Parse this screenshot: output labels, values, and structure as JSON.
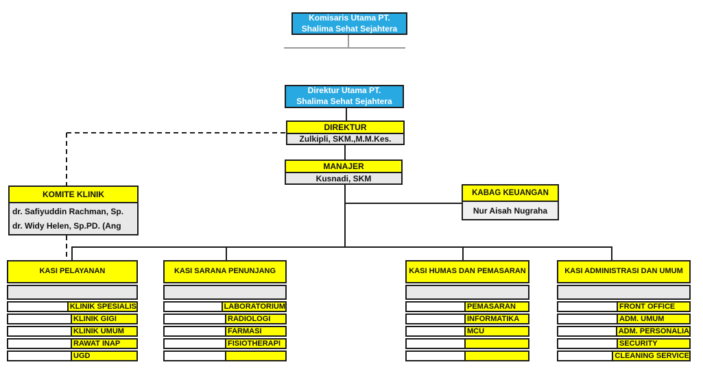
{
  "org": {
    "komisaris": {
      "line1": "Komisaris Utama PT.",
      "line2": "Shalima Sehat Sejahtera"
    },
    "direktur_utama": {
      "line1": "Direktur Utama PT.",
      "line2": "Shalima Sehat Sejahtera"
    },
    "direktur": {
      "title": "DIREKTUR",
      "name": "Zulkipli, SKM.,M.M.Kes."
    },
    "manajer": {
      "title": "MANAJER",
      "name": "Kusnadi, SKM"
    },
    "komite_klinik": {
      "title": "KOMITE KLINIK",
      "member1": "dr. Safiyuddin Rachman, Sp.",
      "member2": "dr. Widy Helen, Sp.PD. (Ang"
    },
    "kabag_keuangan": {
      "title": "KABAG KEUANGAN",
      "name": "Nur Aisah Nugraha"
    },
    "departments": [
      {
        "title": "KASI PELAYANAN",
        "items": [
          "KLINIK SPESIALIS",
          "KLINIK GIGI",
          "KLINIK UMUM",
          "RAWAT INAP",
          "UGD"
        ]
      },
      {
        "title": "KASI SARANA PENUNJANG",
        "items": [
          "LABORATORIUM",
          "RADIOLOGI",
          "FARMASI",
          "FISIOTHERAPI",
          ""
        ]
      },
      {
        "title": "KASI HUMAS DAN PEMASARAN",
        "items": [
          "PEMASARAN",
          "INFORMATIKA",
          "MCU",
          "",
          ""
        ]
      },
      {
        "title": "KASI ADMINISTRASI DAN UMUM",
        "items": [
          "FRONT OFFICE",
          "ADM. UMUM",
          "ADM. PERSONALIA",
          "SECURITY",
          "CLEANING SERVICE"
        ]
      }
    ]
  },
  "colors": {
    "header_fill": "#29a9e1",
    "unit_fill": "#ffff00",
    "name_fill": "#e8e8e8",
    "line": "#1b1b1b",
    "faint_line": "#999999"
  }
}
